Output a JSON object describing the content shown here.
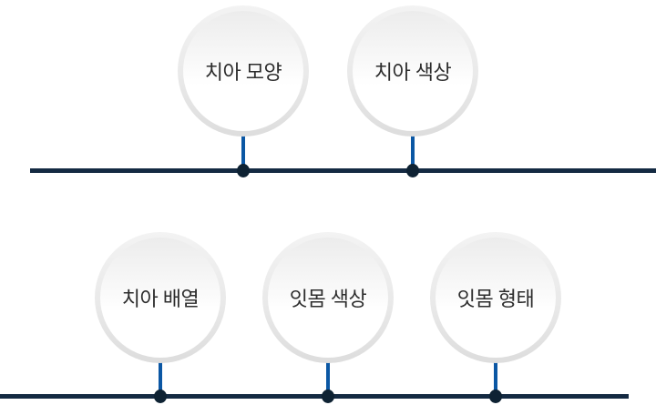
{
  "diagram": {
    "description_labels": []
  },
  "colors": {
    "connector_blue": "#0b57a4",
    "line_navy": "#142a42",
    "dot_navy": "#0e2233",
    "text_dark": "#2d2d2d"
  },
  "rows": [
    {
      "name": "top-row",
      "items": [
        {
          "label": "치아 모양"
        },
        {
          "label": "치아 색상"
        }
      ]
    },
    {
      "name": "bottom-row",
      "items": [
        {
          "label": "치아 배열"
        },
        {
          "label": "잇몸 색상"
        },
        {
          "label": "잇몸 형태"
        }
      ]
    }
  ]
}
